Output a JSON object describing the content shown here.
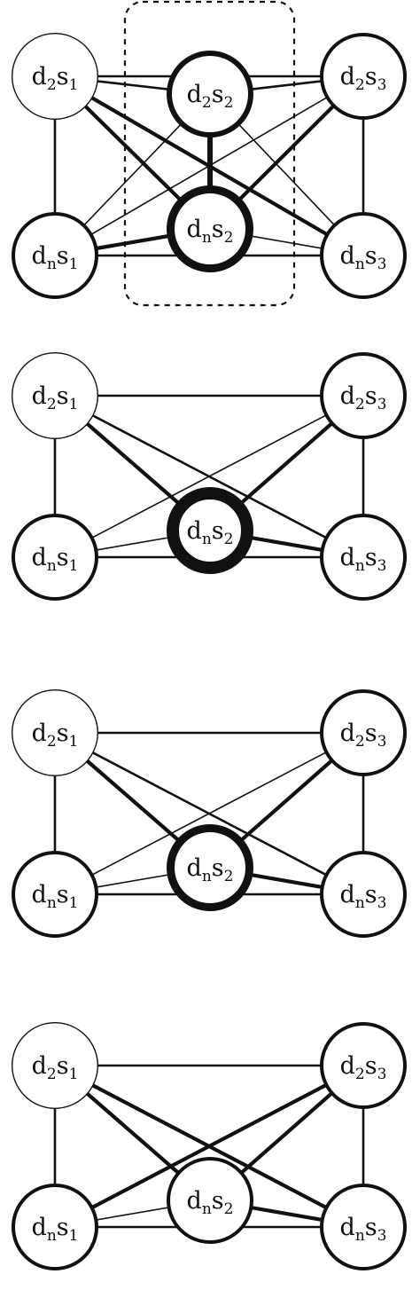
{
  "panels": [
    {
      "has_selection_box": true,
      "nodes": [
        {
          "id": "d2s1",
          "d_sub": "2",
          "s_sub": "1",
          "weight": "thin"
        },
        {
          "id": "d2s2",
          "d_sub": "2",
          "s_sub": "2",
          "weight": "bold"
        },
        {
          "id": "d2s3",
          "d_sub": "2",
          "s_sub": "3",
          "weight": "medium"
        },
        {
          "id": "dns1",
          "d_sub": "n",
          "s_sub": "1",
          "weight": "medium"
        },
        {
          "id": "dns2",
          "d_sub": "n",
          "s_sub": "2",
          "weight": "heavy"
        },
        {
          "id": "dns3",
          "d_sub": "n",
          "s_sub": "3",
          "weight": "medium"
        }
      ],
      "edges": [
        [
          "d2s1",
          "d2s2",
          "medium"
        ],
        [
          "d2s1",
          "d2s3",
          "medium"
        ],
        [
          "d2s1",
          "dns1",
          "medium"
        ],
        [
          "d2s1",
          "dns2",
          "bold"
        ],
        [
          "d2s1",
          "dns3",
          "bold"
        ],
        [
          "d2s2",
          "dns1",
          "thin"
        ],
        [
          "d2s2",
          "dns2",
          "heavy"
        ],
        [
          "d2s2",
          "dns3",
          "thin"
        ],
        [
          "d2s2",
          "d2s3",
          "medium"
        ],
        [
          "d2s3",
          "dns1",
          "thin"
        ],
        [
          "d2s3",
          "dns2",
          "bold"
        ],
        [
          "d2s3",
          "dns3",
          "medium"
        ],
        [
          "dns1",
          "dns2",
          "bold"
        ],
        [
          "dns1",
          "dns3",
          "medium"
        ],
        [
          "dns2",
          "dns3",
          "thin"
        ]
      ]
    },
    {
      "has_selection_box": false,
      "nodes": [
        {
          "id": "d2s1",
          "d_sub": "2",
          "s_sub": "1",
          "weight": "thin"
        },
        {
          "id": "d2s3",
          "d_sub": "2",
          "s_sub": "3",
          "weight": "medium"
        },
        {
          "id": "dns1",
          "d_sub": "n",
          "s_sub": "1",
          "weight": "medium"
        },
        {
          "id": "dns2",
          "d_sub": "n",
          "s_sub": "2",
          "weight": "heaviest"
        },
        {
          "id": "dns3",
          "d_sub": "n",
          "s_sub": "3",
          "weight": "medium"
        }
      ],
      "edges": [
        [
          "d2s1",
          "d2s3",
          "medium"
        ],
        [
          "d2s1",
          "dns1",
          "medium"
        ],
        [
          "d2s1",
          "dns2",
          "bold"
        ],
        [
          "d2s1",
          "dns3",
          "medium"
        ],
        [
          "d2s3",
          "dns2",
          "bold"
        ],
        [
          "d2s3",
          "dns1",
          "thin"
        ],
        [
          "d2s3",
          "dns3",
          "medium"
        ],
        [
          "dns1",
          "dns2",
          "thin"
        ],
        [
          "dns1",
          "dns3",
          "medium"
        ],
        [
          "dns2",
          "dns3",
          "bold"
        ]
      ]
    },
    {
      "has_selection_box": false,
      "nodes": [
        {
          "id": "d2s1",
          "d_sub": "2",
          "s_sub": "1",
          "weight": "thin"
        },
        {
          "id": "d2s3",
          "d_sub": "2",
          "s_sub": "3",
          "weight": "medium"
        },
        {
          "id": "dns1",
          "d_sub": "n",
          "s_sub": "1",
          "weight": "medium"
        },
        {
          "id": "dns2",
          "d_sub": "n",
          "s_sub": "2",
          "weight": "heavy"
        },
        {
          "id": "dns3",
          "d_sub": "n",
          "s_sub": "3",
          "weight": "medium"
        }
      ],
      "edges": [
        [
          "d2s1",
          "d2s3",
          "medium"
        ],
        [
          "d2s1",
          "dns1",
          "medium"
        ],
        [
          "d2s1",
          "dns2",
          "bold"
        ],
        [
          "d2s1",
          "dns3",
          "medium"
        ],
        [
          "d2s3",
          "dns2",
          "bold"
        ],
        [
          "d2s3",
          "dns1",
          "thin"
        ],
        [
          "d2s3",
          "dns3",
          "medium"
        ],
        [
          "dns1",
          "dns2",
          "thin"
        ],
        [
          "dns1",
          "dns3",
          "medium"
        ],
        [
          "dns2",
          "dns3",
          "bold"
        ]
      ]
    },
    {
      "has_selection_box": false,
      "nodes": [
        {
          "id": "d2s1",
          "d_sub": "2",
          "s_sub": "1",
          "weight": "thin"
        },
        {
          "id": "d2s3",
          "d_sub": "2",
          "s_sub": "3",
          "weight": "medium"
        },
        {
          "id": "dns1",
          "d_sub": "n",
          "s_sub": "1",
          "weight": "medium"
        },
        {
          "id": "dns2",
          "d_sub": "n",
          "s_sub": "2",
          "weight": "medium"
        },
        {
          "id": "dns3",
          "d_sub": "n",
          "s_sub": "3",
          "weight": "medium"
        }
      ],
      "edges": [
        [
          "d2s1",
          "d2s3",
          "medium"
        ],
        [
          "d2s1",
          "dns1",
          "medium"
        ],
        [
          "d2s1",
          "dns2",
          "bold"
        ],
        [
          "d2s1",
          "dns3",
          "bold"
        ],
        [
          "d2s3",
          "dns2",
          "bold"
        ],
        [
          "d2s3",
          "dns1",
          "bold"
        ],
        [
          "d2s3",
          "dns3",
          "medium"
        ],
        [
          "dns1",
          "dns2",
          "thin"
        ],
        [
          "dns1",
          "dns3",
          "medium"
        ],
        [
          "dns2",
          "dns3",
          "bold"
        ]
      ]
    }
  ],
  "label_letters": {
    "d": "d",
    "s": "s"
  }
}
